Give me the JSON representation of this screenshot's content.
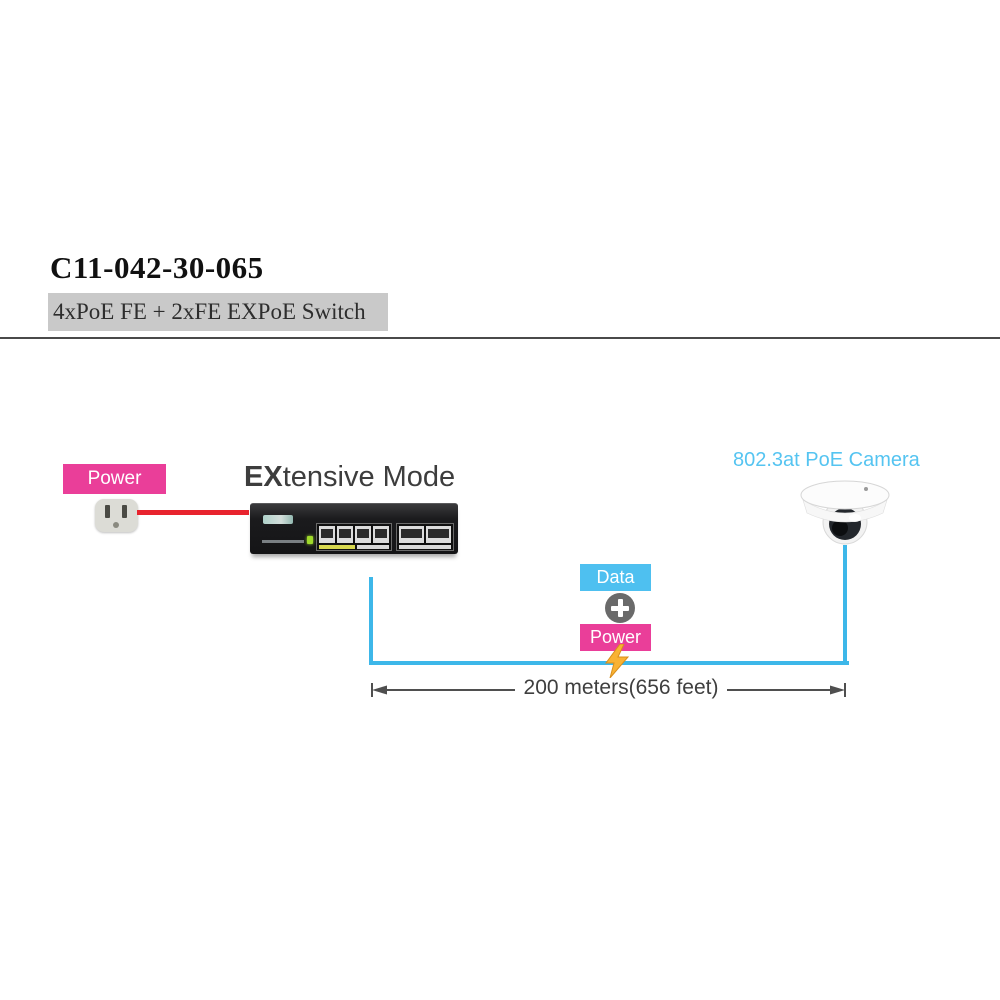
{
  "header": {
    "title": "C11-042-30-065",
    "subtitle": "4xPoE FE + 2xFE EXPoE Switch"
  },
  "diagram": {
    "mode_title_bold": "EX",
    "mode_title_rest": "tensive Mode",
    "power_source_label": "Power",
    "data_label": "Data",
    "power_label": "Power",
    "camera_label": "802.3at PoE Camera",
    "distance_label": "200 meters(656 feet)",
    "icons": {
      "outlet": "us-power-outlet-icon",
      "plug_cable": "power-cable",
      "plus": "plus-icon",
      "bolt": "lightning-bolt-icon",
      "camera": "dome-camera-icon",
      "switch": "poe-switch-device",
      "dimension": "distance-arrow"
    }
  },
  "colors": {
    "magenta": "#EA3E99",
    "light_blue": "#4EC0F0",
    "line_blue": "#3DB7E9",
    "cable_red": "#E8232E",
    "bolt_yellow": "#F9B233",
    "subtitle_bar_bg": "#C9C9C9",
    "text_dark": "#3D3D3D",
    "camera_label_blue": "#55C4F1"
  }
}
